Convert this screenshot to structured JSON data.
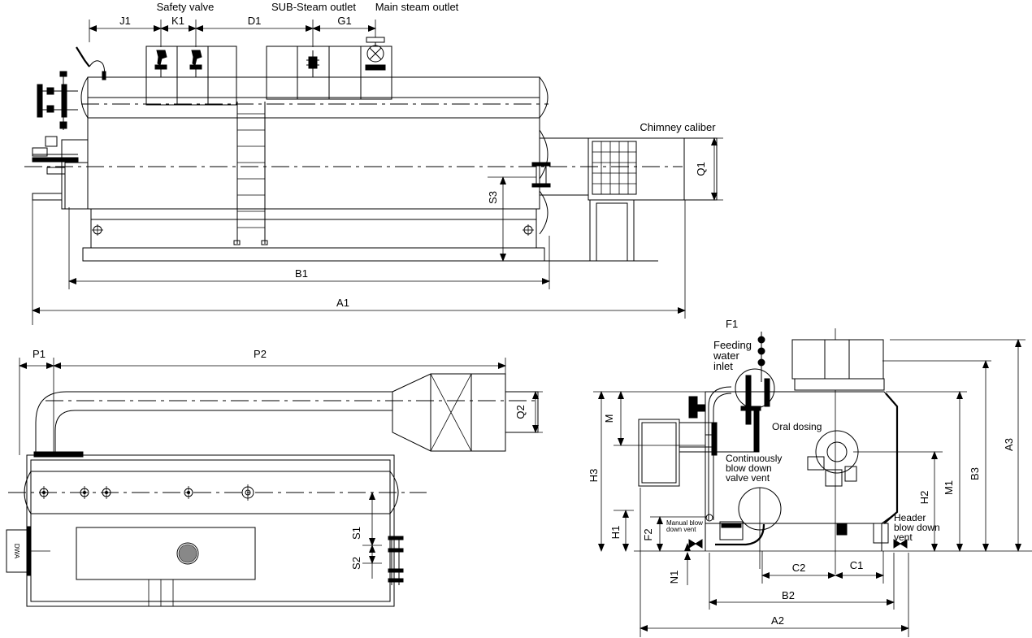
{
  "labels": {
    "safety_valve": "Safety valve",
    "sub_steam_outlet": "SUB-Steam outlet",
    "main_steam_outlet": "Main steam outlet",
    "chimney_caliber": "Chimney caliber",
    "feeding_water_inlet": [
      "Feeding",
      "water",
      "inlet"
    ],
    "oral_dosing": "Oral dosing",
    "continuously_blow_down": [
      "Continuously",
      "blow down",
      "valve vent"
    ],
    "manual_blow_down": [
      "Manual blow",
      "down vent"
    ],
    "header_blow_down": [
      "Header",
      "blow down",
      "vent"
    ]
  },
  "dimensions": {
    "J1": "J1",
    "K1": "K1",
    "D1": "D1",
    "G1": "G1",
    "Q1": "Q1",
    "S3": "S3",
    "B1": "B1",
    "A1": "A1",
    "P1": "P1",
    "P2": "P2",
    "Q2": "Q2",
    "S1": "S1",
    "S2": "S2",
    "F1": "F1",
    "M": "M",
    "H3": "H3",
    "H2": "H2",
    "H1": "H1",
    "F2": "F2",
    "N1": "N1",
    "M1": "M1",
    "B3": "B3",
    "A3": "A3",
    "C2": "C2",
    "C1": "C1",
    "B2": "B2",
    "A2": "A2"
  },
  "burner_text": "DWA",
  "colors": {
    "line": "#000000",
    "background": "#ffffff"
  }
}
